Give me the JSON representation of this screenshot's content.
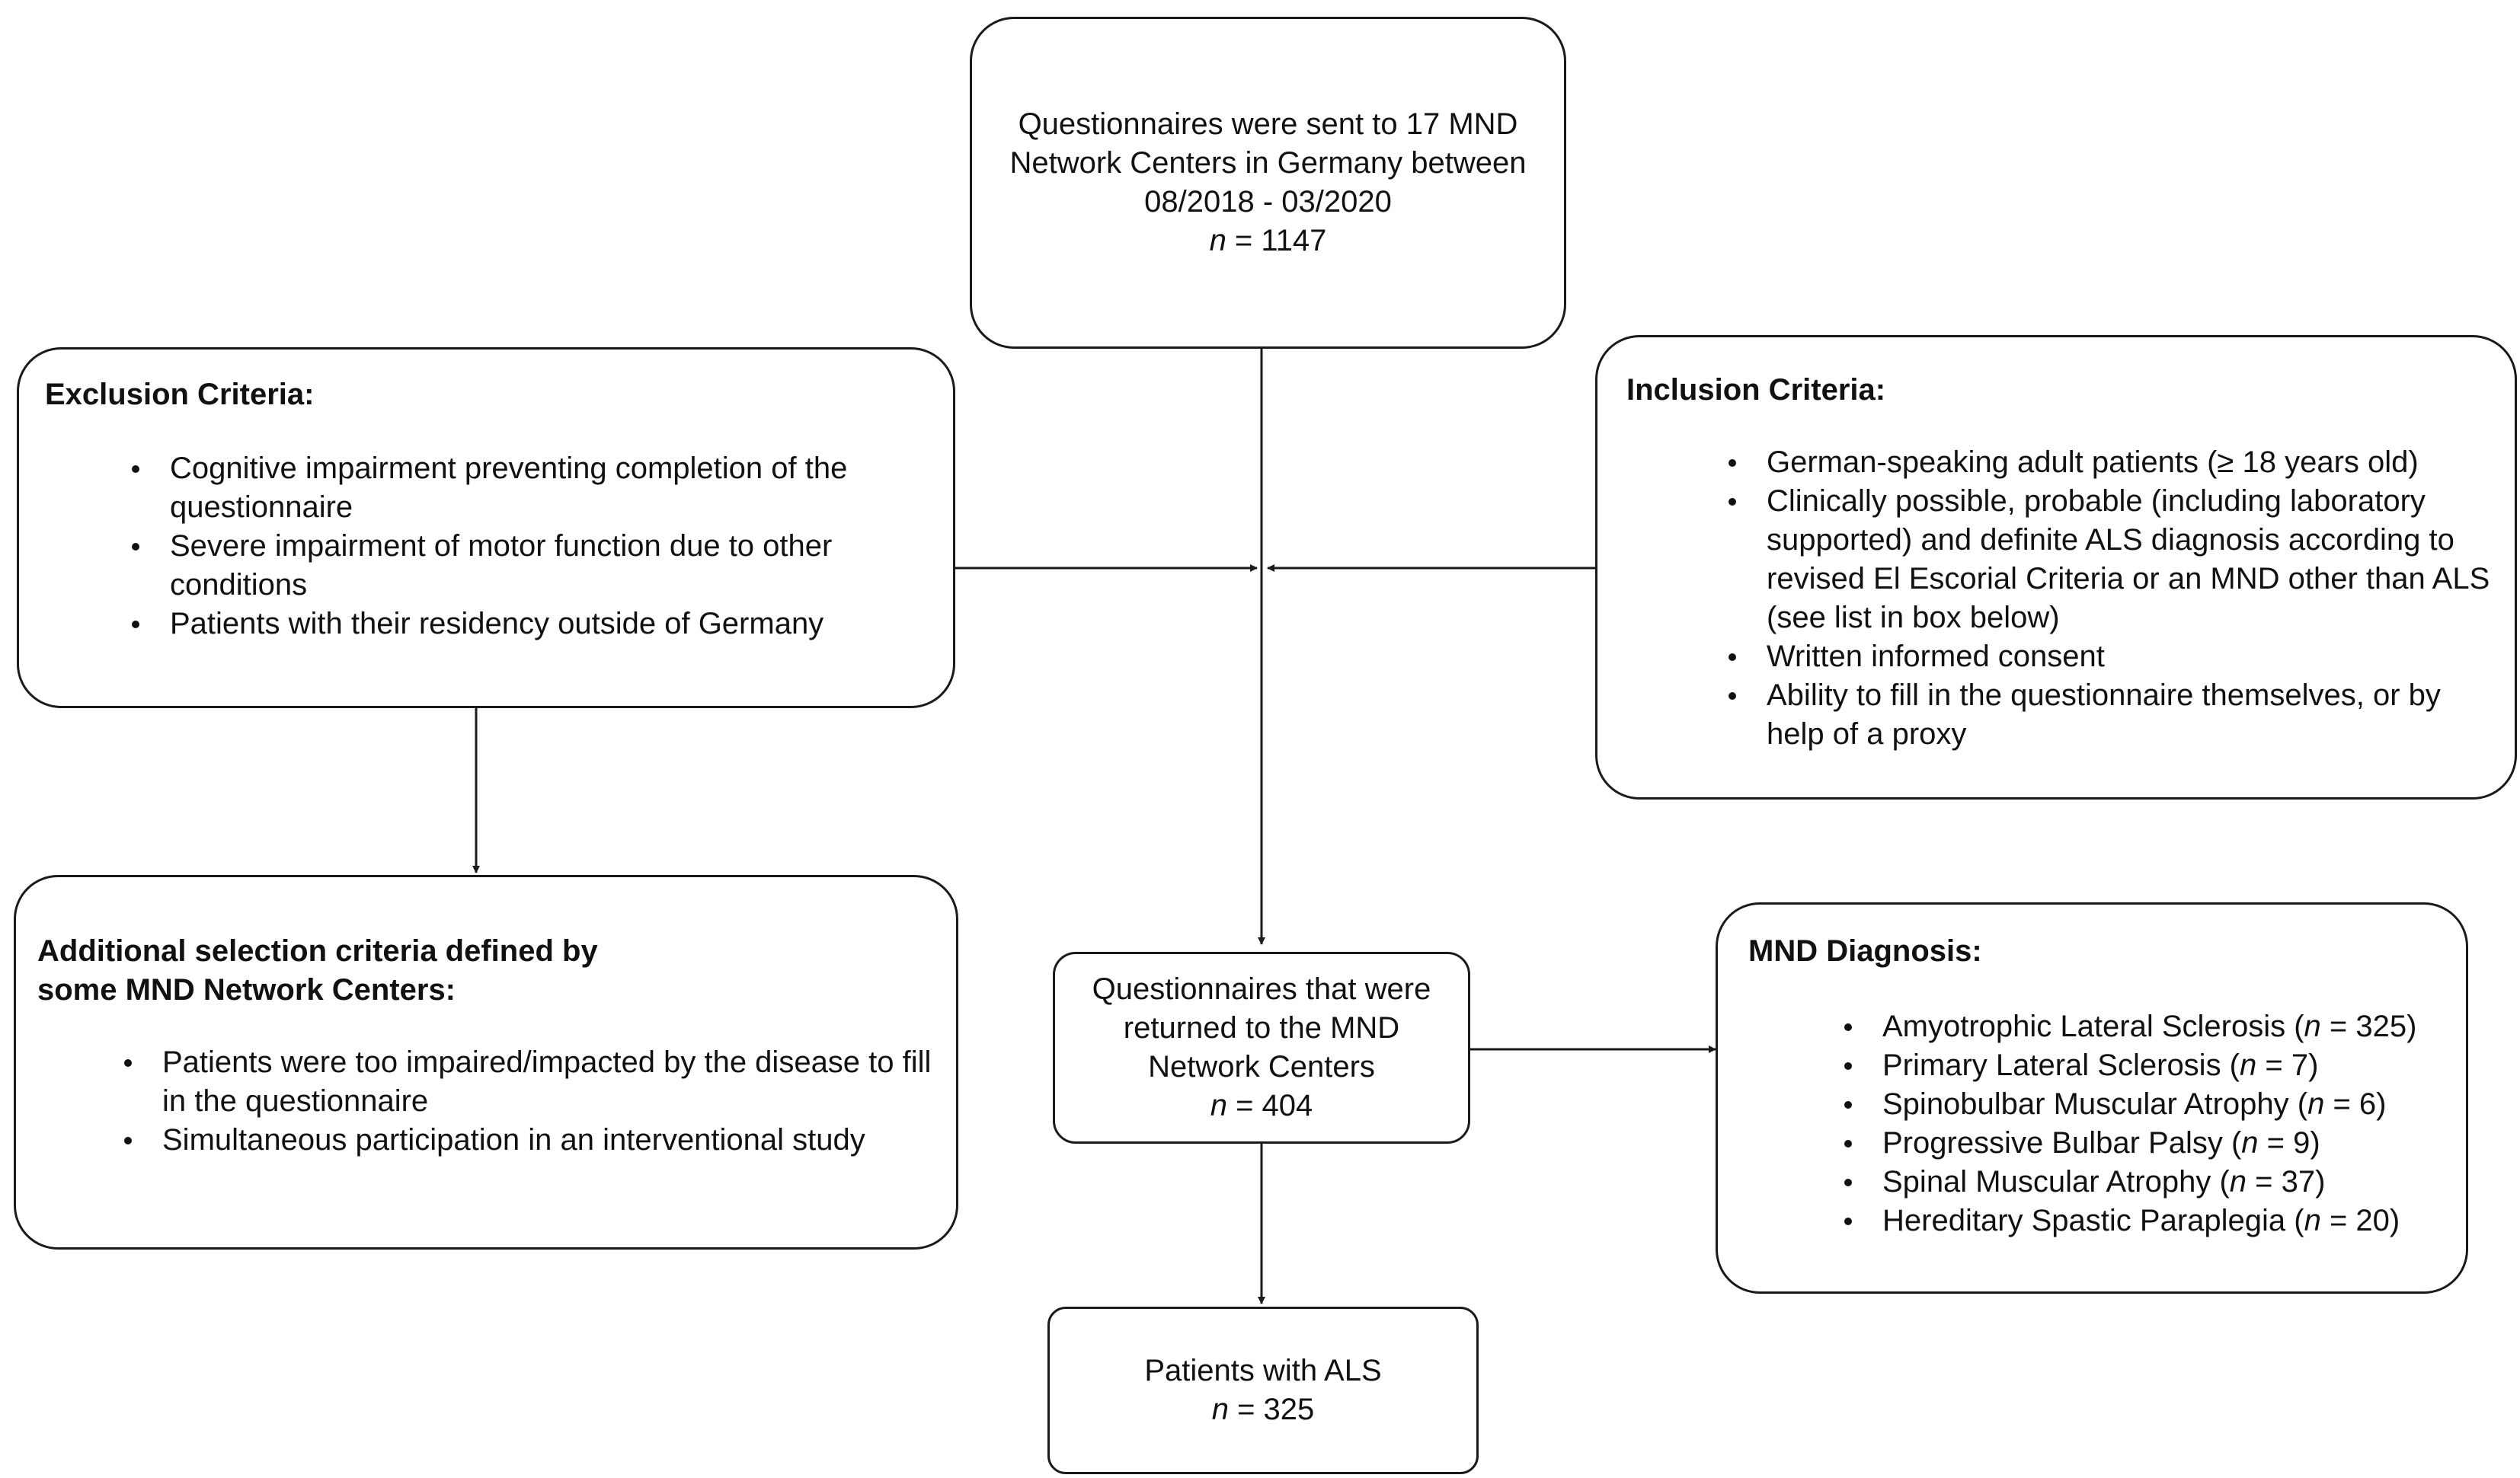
{
  "top_box": {
    "lines": [
      "Questionnaires were sent to 17 MND",
      "Network Centers in Germany between",
      "08/2018 - 03/2020"
    ],
    "n_symbol": "n",
    "n_value": " = 1147"
  },
  "exclusion": {
    "title": "Exclusion Criteria:",
    "items": [
      "Cognitive impairment preventing completion of the questionnaire",
      "Severe impairment of motor function due to other conditions",
      "Patients with their residency outside of Germany"
    ]
  },
  "inclusion": {
    "title": "Inclusion Criteria:",
    "items": [
      "German-speaking adult patients (≥ 18 years old)",
      "Clinically possible, probable (including laboratory supported) and definite ALS diagnosis according to revised El Escorial Criteria or an MND other than ALS (see list in box below)",
      "Written informed consent",
      "Ability to fill in the questionnaire themselves, or by help of a proxy"
    ]
  },
  "additional": {
    "title": "Additional selection criteria defined by some MND Network Centers:",
    "items": [
      "Patients were too impaired/impacted by the disease to fill in the questionnaire",
      "Simultaneous participation in an interventional study"
    ]
  },
  "returned_box": {
    "lines": [
      "Questionnaires that were",
      "returned to the MND",
      "Network Centers"
    ],
    "n_symbol": "n",
    "n_value": " = 404"
  },
  "diagnosis": {
    "title": "MND Diagnosis:",
    "items": [
      {
        "label": "Amyotrophic Lateral Sclerosis (",
        "n_symbol": "n",
        "value": " = 325)"
      },
      {
        "label": "Primary Lateral Sclerosis (",
        "n_symbol": "n",
        "value": " = 7)"
      },
      {
        "label": "Spinobulbar Muscular Atrophy (",
        "n_symbol": "n",
        "value": " = 6)"
      },
      {
        "label": "Progressive Bulbar Palsy (",
        "n_symbol": "n",
        "value": " = 9)"
      },
      {
        "label": "Spinal Muscular Atrophy (",
        "n_symbol": "n",
        "value": " = 37)"
      },
      {
        "label": "Hereditary Spastic Paraplegia (",
        "n_symbol": "n",
        "value": " = 20)"
      }
    ]
  },
  "als_box": {
    "title": "Patients with ALS",
    "n_symbol": "n",
    "n_value": " = 325"
  }
}
